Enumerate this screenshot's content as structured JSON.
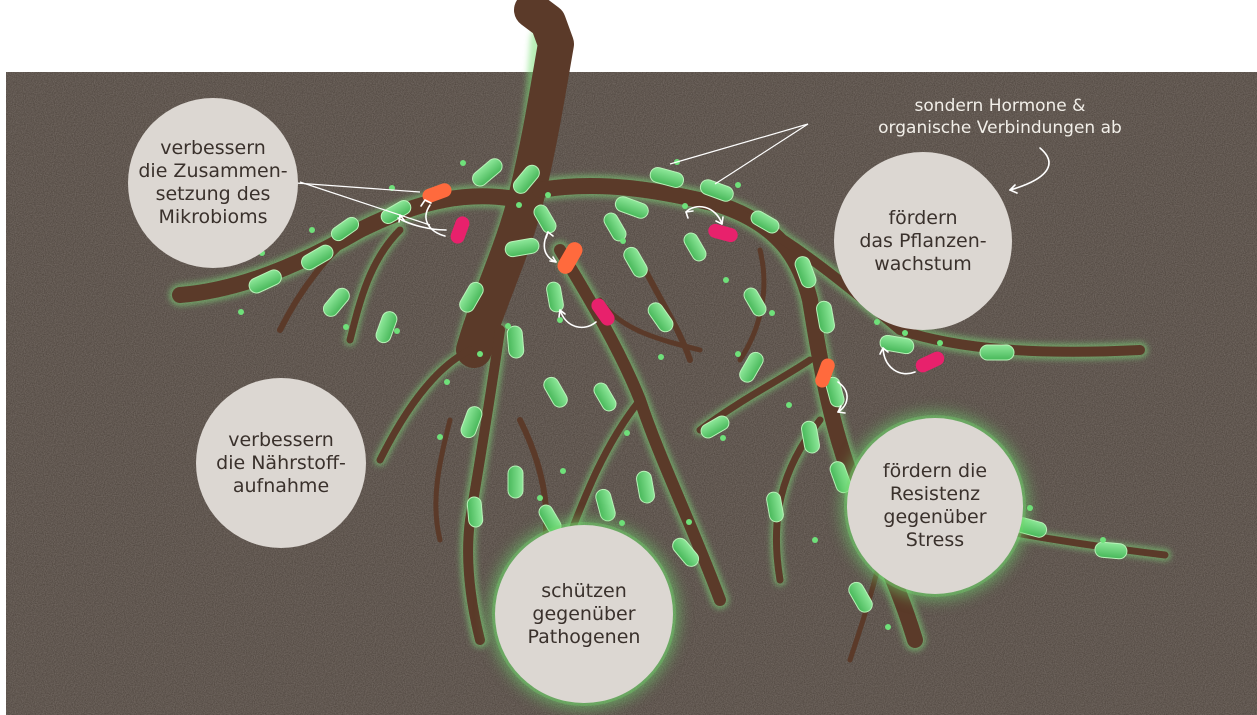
{
  "labels": {
    "microbiome": "verbessern\ndie Zusammen-\nsetzung des\nMikrobioms",
    "growth": "fördern\ndas Pflanzen-\nwachstum",
    "nutrients": "verbessern\ndie Nährstoff-\naufnahme",
    "resistance": "fördern die\nResistenz\ngegenüber\nStress",
    "pathogens": "schützen\ngegenüber\nPathogenen",
    "hormones": "sondern Hormone &\norganische Verbindungen ab"
  },
  "colors": {
    "soil": "#4a4039",
    "root": "#5b3a29",
    "root_glow": "#7ee07a",
    "bacteria": "#6fd27b",
    "bacteria_orange": "#ff6a3d",
    "bacteria_pink": "#e8216c",
    "bubble": "#dcd7d2",
    "text_dark": "#3a312c",
    "text_light": "#f2efe9"
  }
}
